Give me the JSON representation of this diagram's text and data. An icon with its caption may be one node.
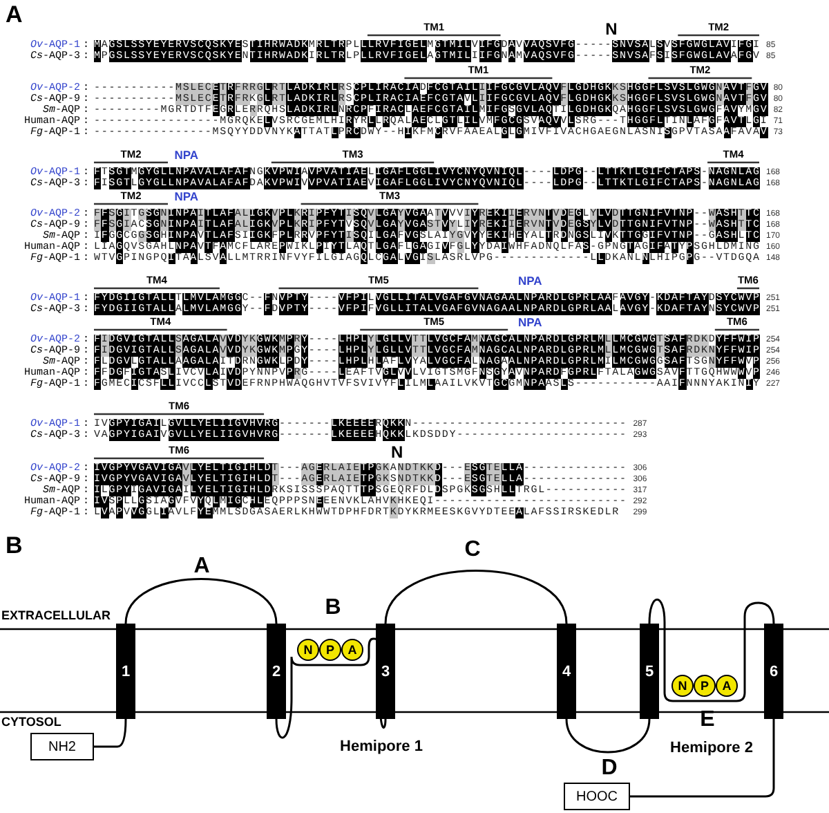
{
  "diagram": {
    "nodes": [
      {
        "text": [
          "1"
        ]
      },
      {
        "text": [
          "2"
        ]
      },
      {
        "text": [
          "N"
        ]
      },
      {
        "text": [
          "P"
        ]
      },
      {
        "text": [
          "A"
        ]
      },
      {
        "text": [
          "3"
        ]
      },
      {
        "text": [
          "4"
        ]
      },
      {
        "text": [
          "5"
        ]
      },
      {
        "text": [
          "N"
        ]
      },
      {
        "text": [
          "P"
        ]
      },
      {
        "text": [
          "A"
        ]
      },
      {
        "text": [
          "6"
        ]
      },
      {
        "text": [
          "NH2"
        ]
      },
      {
        "text": [
          "HOOC"
        ]
      }
    ],
    "edges": [
      {
        "from": 12,
        "to": 0,
        "arrow": "none"
      },
      {
        "from": 0,
        "to": 1,
        "arrow": "none"
      },
      {
        "from": 1,
        "to": 5,
        "arrow": "none"
      },
      {
        "from": 5,
        "to": 6,
        "arrow": "none"
      },
      {
        "from": 6,
        "to": 7,
        "arrow": "none"
      },
      {
        "from": 7,
        "to": 11,
        "arrow": "none"
      },
      {
        "from": 11,
        "to": 13,
        "arrow": "none"
      }
    ],
    "labels": [
      "A",
      "TM1",
      "N",
      "TM2",
      "*Ov*-AQP-1",
      ":",
      "MAGSLSSYEYERVSCQSKYESTIHRWADKMRLTRPLLLRVFIGELMGTMILVIFGDAVVAQSVFG-----SNVSALSVSFGWGLAVIFGI",
      "85",
      "*Cs*-AQP-3",
      ":",
      "MPGSLSSYEYERVSCQSKYENTIHRWADKIRLTRLPLLRVFIGELAGTMILIIFGNAMVAQSVFG-----SNVSAFSISFGWGLAVAFGV",
      "85",
      "TM1",
      "TM2",
      "*Ov*-AQP-2",
      ":",
      "-----------MSLECETRFRRGLRTLADKIRLRSCPLIRACIADFCGTAILIIFGCGVLAQVFLGDHGKKSHGGFLSVSLGWGNAVTFGV",
      "80",
      "*Cs*-AQP-9",
      ":",
      "-----------MSLECETRFRKGLRTLADKIRLRSCPLIRACIAEFCGTAVLIIFGCGVLAQVFLGDHGKKSHGGFLSVSLGWGNAVTFGV",
      "80",
      "*Sm*-AQP",
      ":",
      "---------MGRTDTFEGRLERRQHSLADKIRLNRCPFIRACLAEFCGTAILMIFGSGVLAQTILGDHGKQAHGGFLSVSLGWGFAVYMGV",
      "82",
      "Human-AQP",
      ":",
      "-----------------MGRQKELVSRCGEMLHIRYRLLRQALAECLGTLILVMFGCGSVAQVVLSRG---THGGFLTINLAFGFAVTLGI",
      "71",
      "*Fg*-AQP-1",
      ":",
      "----------------MSQYYDDVNYKATTATLPRCDWY--HIKFMCRVFAAEALGLGMIVFIVACHGAEGNLASNISGPVTASAAFAVAV",
      "73",
      "TM2",
      "NPA",
      "TM3",
      "TM4",
      "*Ov*-AQP-1",
      ":",
      "FTSGTMGYGLLNPAVALAFAFNGKVPWIAVPVATIAELIGAFLGGLIVYCNYQVNIQL----LDPG--LTTKTLGIFCTAPS-NAGNLAG",
      "168",
      "*Cs*-AQP-3",
      ":",
      "FISGTLGYGLLNPAVALAFAFDAKVPWIVVPVATIAEVIGAFLGGLIVYCNYQVNIQL----LDPG--LTTKTLGIFCTAPS-NAGNLAG",
      "168",
      "TM2",
      "NPA",
      "TM3",
      "*Ov*-AQP-2",
      ":",
      "FFSGITGSGNINPAITLAFALIGKVPLKRIPFYTISQVLGAYVGAATVVVIYREKIIERVNTVDEGLYLVDTTGNIFVTNP--WASHTTC",
      "168",
      "*Cs*-AQP-9",
      ":",
      "FFSGIACSGNINPAITLAFALIGKVPLKRIPFYTVSQVLGAYVGASTVYLIYREKIIERVNTVDEGSYLVDTTGNIFVTNP--WASHTTC",
      "168",
      "*Sm*-AQP",
      ":",
      "IFGGCGGSGHINPAVTLAFSIIGKFPLRRVPFYTISQILGAFVGSLAIYGVYYEKIHEYALTRDNGSLIVKTTGGIFVTNP--GASHLTC",
      "170",
      "Human-AQP",
      ":",
      "LIAGQVSGAHLNPAVTFAMCFLAREPWIKLPIYTLAQTLGAFLGAGIVFGLYYDAIWHFADNQLFAS-GPNGTAGIFATYPSGHLDMING",
      "160",
      "*Fg*-AQP-1",
      ":",
      "WTVGPINGPQITAALSVALLMTRRINFVYFILGIAGQLCGALVGISLASRLVPG-------------LLDKANLNLHIPGPG--VTDGQA",
      "148",
      "TM4",
      "TM5",
      "NPA",
      "TM6",
      "*Ov*-AQP-1",
      ":",
      "FYDGIIGTALLTLMVLAMGGC--FNVPTY----VFPILVGLLITALVGAFGVNAGAALNPARDLGPRLAAFAVGY-KDAFTAYDSYCWVP",
      "251",
      "*Cs*-AQP-3",
      ":",
      "FYDGIIGTALLALMVLAMGGY--FDVPTY----VFPIFVGLLITALVGAFGVNAGAALNPARDLGPRLAALAVGY-KDAFTAYNSYCWVP",
      "251",
      "TM4",
      "TM5",
      "NPA",
      "TM6",
      "*Ov*-AQP-2",
      ":",
      "FIDGVIGTALLSAGALAVVDYKGWKMPRY----LHPLYLGLLVTTLVGCFAMNAGCALNPARDLGPRLMLLMCGWGTSAFRDKDYFFWIP",
      "254",
      "*Cs*-AQP-9",
      ":",
      "FIDGVIGTALLSAGALAVVDYKGWKMPGY----LHPLYLGLLVTTLVGCFAMNAGCALNPARDLGPRLMLLMCGWGTSAFRDKNYFFWIP",
      "254",
      "*Sm*-AQP",
      ":",
      "FLDGVLGTALLAAGALAITDRNGWKLPDY----LHPLHLAFLVYALVGCFALNAGAALNPARDLGPRLMILMCGWGGSAFTSGNYFFWVP",
      "256",
      "Human-AQP",
      ":",
      "FFDGFIGTASLIVCVLAIVDPYNNPVPRG----LEAFTVGLVVLVIGTSMGFNSGYAVNPARDFGPRLFTALAGWGSAVFTTGQHWWWVP",
      "246",
      "*Fg*-AQP-1",
      ":",
      "FGMECICSFLLIVCCLSTVDEFRNPHWAQGHVTVFSVIVYFLILMLAAILVKVTGCGMNPAASLS-----------AAIFNNNYAKINIY",
      "227",
      "TM6",
      "*Ov*-AQP-1",
      ":",
      "IVGPYIGAILGVLLYELIIGVHVRG-------LKEEEERQKKN-----------------------------",
      "287",
      "*Cs*-AQP-3",
      ":",
      "VAGPYIGAIVGVLLYELIIGVHVRG-------LKEEEEHQKKLKDSDDY-----------------------",
      "293",
      "TM6",
      "N",
      "*Ov*-AQP-2",
      ":",
      "IVGPYVGAVIGAVLYELTIGIHLDT---AGERLAIETPGKANDTKKD---ESGTELLA--------------",
      "306",
      "*Cs*-AQP-9",
      ":",
      "IVGPYVGAVIGAVLYELTIGIHLDT---AGERLAIETPGKSNDTKKD---ESGTELLA--------------",
      "306",
      "*Sm*-AQP",
      ":",
      "ILGPYIGAVIGAILYELTIGIHLDRKSISSSPAQTTTPSGEQRFDLDSPGKSGSHLLTRGL-----------",
      "317",
      "Human-AQP",
      ":",
      "IVSPLLGSIAGVFVYQLMIGCHLEQPPPSNEEENVKLAHVKHKEQI--------------------------",
      "292",
      "*Fg*-AQP-1",
      ":",
      "LVAPVVGGLIAVLFYEMMLSDGASAERLKHWWTDPHFDRTKDYKRMEESKGVYDTEEALAFSSIRSKEDLR",
      "299",
      "B",
      "A",
      "C",
      "B",
      "EXTRACELLULAR",
      "CYTOSOL",
      "E",
      "Hemipore 1",
      "D",
      "Hemipore 2"
    ]
  }
}
